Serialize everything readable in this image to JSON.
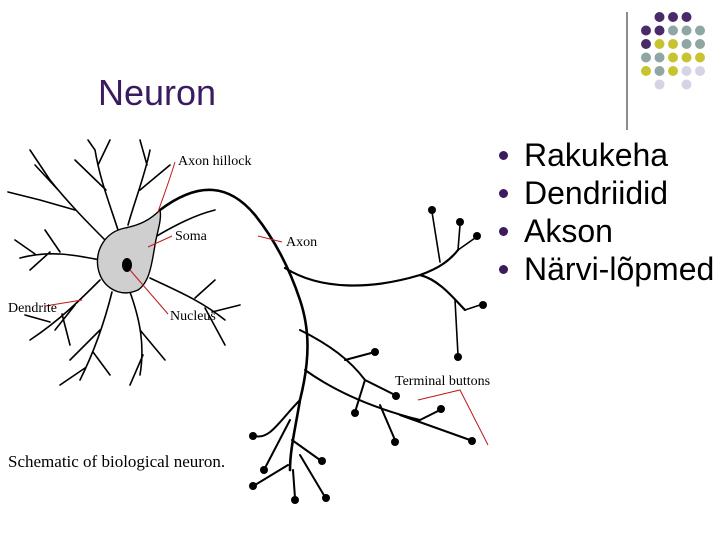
{
  "title": "Neuron",
  "bullets": [
    "Rakukeha",
    "Dendriidid",
    "Akson",
    "Närvi-lõpmed"
  ],
  "diagram": {
    "labels": {
      "axon_hillock": "Axon hillock",
      "soma": "Soma",
      "axon": "Axon",
      "nucleus": "Nucleus",
      "dendrite": "Dendrite",
      "terminal_buttons": "Terminal buttons",
      "caption": "Schematic of biological neuron."
    }
  },
  "colors": {
    "title": "#3b1a5e",
    "bullet": "#3b1a5e",
    "dot_purple": "#4a2a68",
    "dot_teal": "#8fa6a4",
    "dot_olive": "#c7c42f",
    "dot_lavender": "#d6d4e4",
    "pointer": "#c01a1a",
    "soma_fill": "#cfcfcf"
  }
}
